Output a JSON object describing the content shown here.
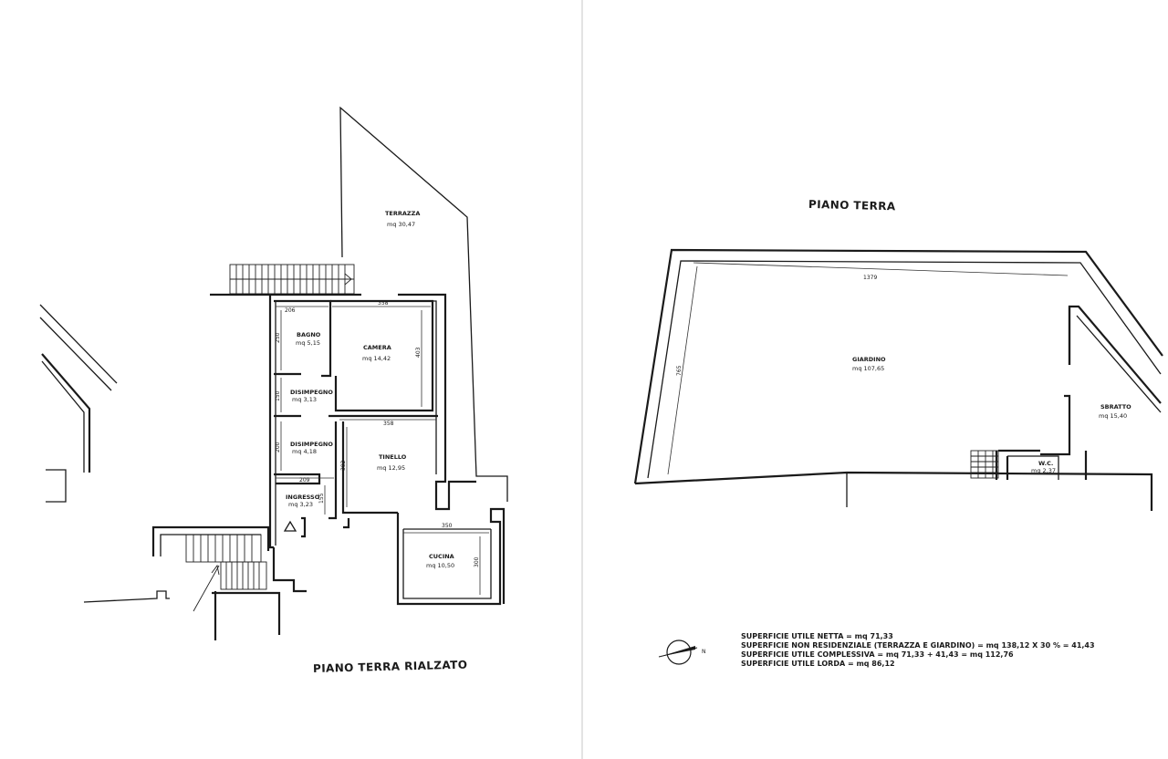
{
  "rialzato": {
    "title": "PIANO TERRA RIALZATO",
    "rooms": {
      "terrazza": {
        "name": "TERRAZZA",
        "area": "mq 30,47"
      },
      "bagno": {
        "name": "BAGNO",
        "area": "mq 5,15"
      },
      "camera": {
        "name": "CAMERA",
        "area": "mq 14,42"
      },
      "disimpegno1": {
        "name": "DISIMPEGNO",
        "area": "mq 3,13"
      },
      "disimpegno2": {
        "name": "DISIMPEGNO",
        "area": "mq 4,18"
      },
      "tinello": {
        "name": "TINELLO",
        "area": "mq 12,95"
      },
      "ingresso": {
        "name": "INGRESSO",
        "area": "mq 3,23"
      },
      "cucina": {
        "name": "CUCINA",
        "area": "mq 10,50"
      }
    },
    "dimensions": {
      "d206": "206",
      "d358a": "358",
      "d250": "250",
      "d403": "403",
      "d150": "150",
      "d358b": "358",
      "d200": "200",
      "d209": "209",
      "d382": "382",
      "d155": "155",
      "d350": "350",
      "d300": "300"
    }
  },
  "terra": {
    "title": "PIANO TERRA",
    "rooms": {
      "giardino": {
        "name": "GIARDINO",
        "area": "mq 107,65"
      },
      "sbratto": {
        "name": "SBRATTO",
        "area": "mq 15,40"
      },
      "wc": {
        "name": "W.C.",
        "area": "mq 2,37"
      }
    },
    "dimensions": {
      "d1379": "1379",
      "d765": "765"
    }
  },
  "compass": {
    "label": "N"
  },
  "summary": {
    "line1": "SUPERFICIE UTILE NETTA = mq 71,33",
    "line2": "SUPERFICIE NON RESIDENZIALE (TERRAZZA E GIARDINO) = mq 138,12 X 30   % = 41,43",
    "line3": "SUPERFICIE UTILE COMPLESSIVA = mq 71,33 + 41,43 = mq 112,76",
    "line4": "SUPERFICIE UTILE LORDA = mq 86,12"
  }
}
